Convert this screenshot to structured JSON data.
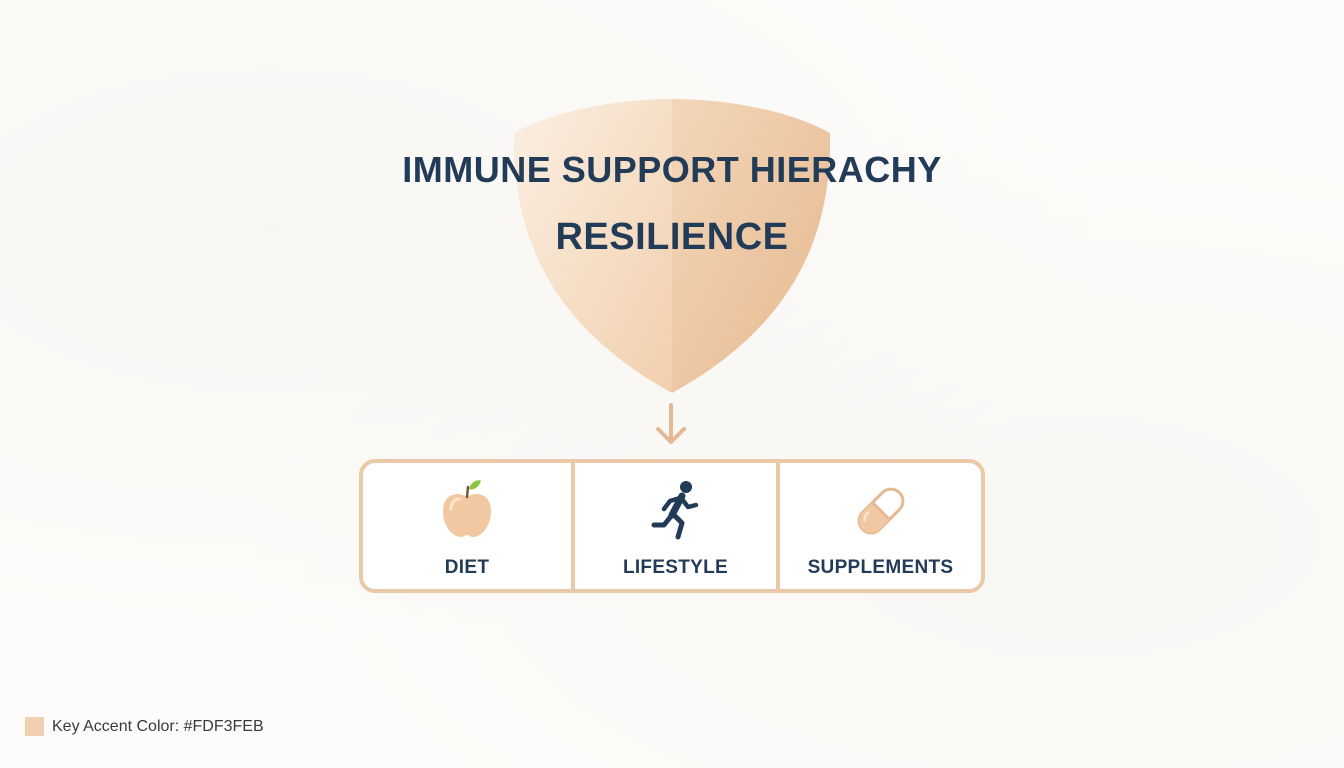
{
  "diagram": {
    "title": "IMMUNE SUPPORT HIERACHY",
    "subtitle": "RESILIENCE",
    "pillars": [
      {
        "label": "DIET",
        "icon": "apple-icon"
      },
      {
        "label": "LIFESTYLE",
        "icon": "running-person-icon"
      },
      {
        "label": "SUPPLEMENTS",
        "icon": "pill-capsule-icon"
      }
    ]
  },
  "legend": {
    "label": "Key Accent Color: #FDF3FEB"
  },
  "colors": {
    "shield_light": "#f6e0c9",
    "shield_dark": "#e8bf98",
    "border": "#e9c9a8",
    "text_dark": "#223c58"
  }
}
